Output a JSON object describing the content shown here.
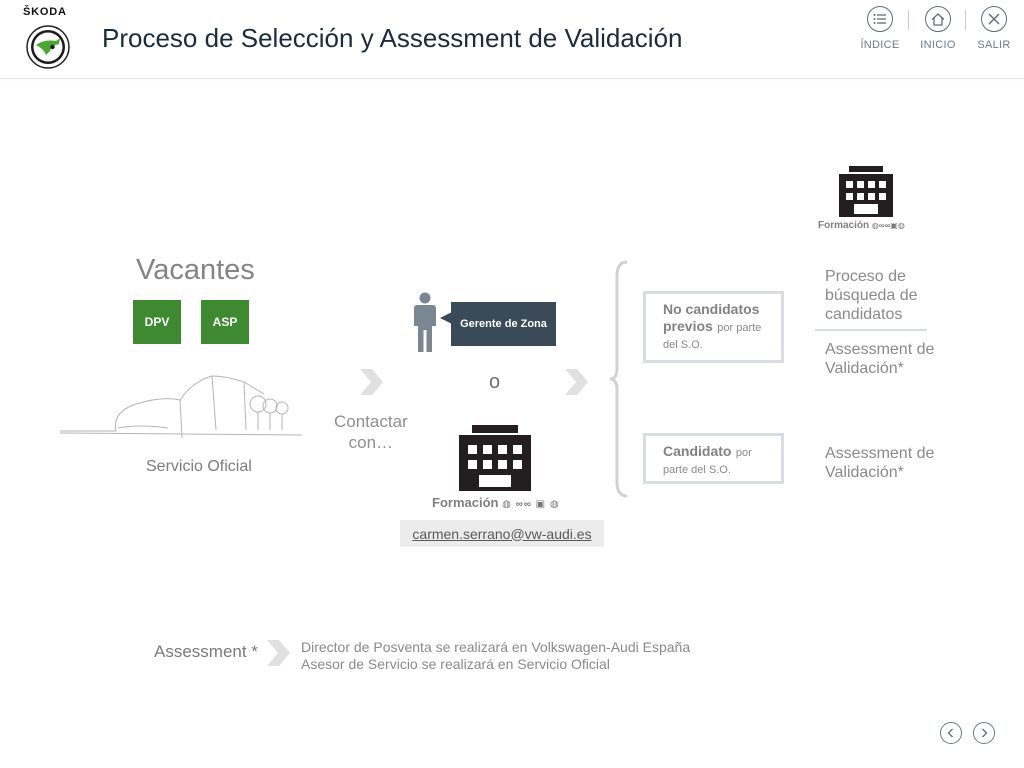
{
  "header": {
    "brand": "ŠKODA",
    "title": "Proceso de Selección y Assessment de Validación",
    "nav": [
      {
        "label": "ÍNDICE",
        "icon": "list-icon"
      },
      {
        "label": "INICIO",
        "icon": "home-icon"
      },
      {
        "label": "SALIR",
        "icon": "close-icon"
      }
    ]
  },
  "vacantes": {
    "title": "Vacantes",
    "buttons": [
      "DPV",
      "ASP"
    ],
    "place_label": "Servicio Oficial"
  },
  "middle": {
    "contactar_line1": "Contactar",
    "contactar_line2": "con…",
    "gerente": "Gerente de Zona",
    "or_text": "o",
    "formacion": "Formación",
    "email": "carmen.serrano@vw-audi.es"
  },
  "candidates": {
    "no_cand_bold": "No candidatos previos",
    "no_cand_rest": "por parte del S.O.",
    "cand_bold": "Candidato",
    "cand_rest": "por parte del S.O."
  },
  "right": {
    "formacion": "Formación",
    "proceso": "Proceso de búsqueda de candidatos",
    "assessment1": "Assessment de Validación*",
    "assessment2": "Assessment de Validación*"
  },
  "footer": {
    "assessment_label": "Assessment *",
    "line1": "Director de Posventa se realizará en Volkswagen-Audi España",
    "line2": "Asesor de Servicio se realizará en Servicio Oficial"
  },
  "colors": {
    "accent_green": "#3e8a30",
    "dark_box": "#3a4a57",
    "title_color": "#1d2b3c"
  }
}
